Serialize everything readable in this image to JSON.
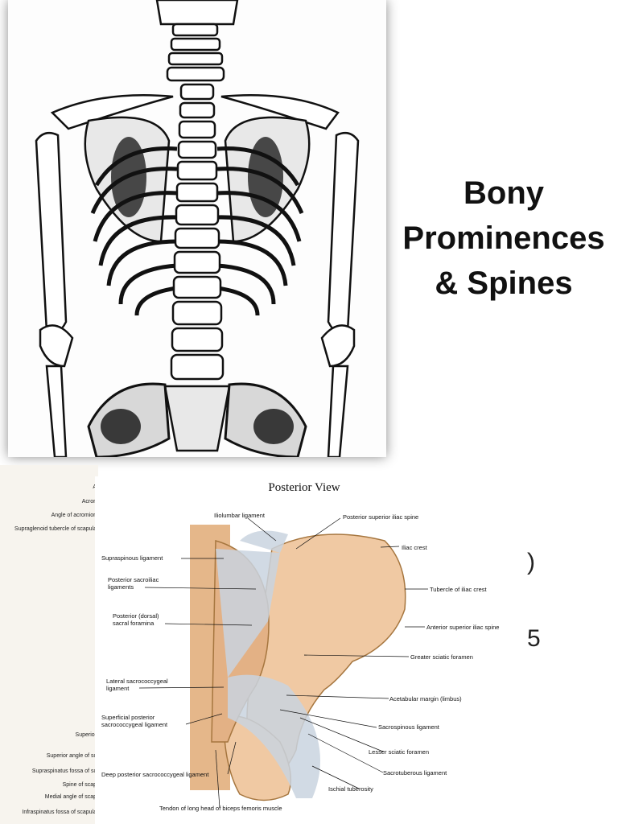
{
  "slide": {
    "title_line1": "Bony",
    "title_line2": "Prominences",
    "title_line3": "& Spines"
  },
  "background_fragments": {
    "paren": ")",
    "five": "5"
  },
  "left_figure_labels": [
    "A",
    "Acron",
    "Angle of acromion",
    "Supraglenoid tubercle of scapula",
    "Superior",
    "Superior angle of sc",
    "Supraspinatus fossa of sc",
    "Spine of scap",
    "Medial angle of scap",
    "Infraspinatus fossa of scapula"
  ],
  "pelvis_figure": {
    "title": "Posterior View",
    "labels": {
      "iliolumbar": "Iliolumbar ligament",
      "post_sup_iliac": "Posterior superior iliac spine",
      "iliac_crest": "Iliac crest",
      "supraspinous": "Supraspinous ligament",
      "post_sacroiliac": "Posterior sacroiliac\nligaments",
      "tubercle": "Tubercle of iliac crest",
      "sacral_foramina": "Posterior (dorsal)\nsacral foramina",
      "ant_sup_iliac": "Anterior superior iliac spine",
      "greater_sciatic": "Greater sciatic foramen",
      "lateral_sacrococcygeal": "Lateral sacrococcygeal\nligament",
      "acetabular": "Acetabular margin (limbus)",
      "superficial_post": "Superficial posterior\nsacrococcygeal ligament",
      "sacrospinous": "Sacrospinous ligament",
      "lesser_sciatic": "Lesser sciatic foramen",
      "deep_post": "Deep posterior sacrococcygeal ligament",
      "sacrotuberous": "Sacrotuberous ligament",
      "ischial": "Ischial tuberosity",
      "tendon": "Tendon of long head of biceps femoris muscle"
    }
  },
  "colors": {
    "bone": "#f0c9a3",
    "bone_shadow": "#d9a273",
    "ligament": "#c9d3df",
    "ink": "#111111"
  }
}
